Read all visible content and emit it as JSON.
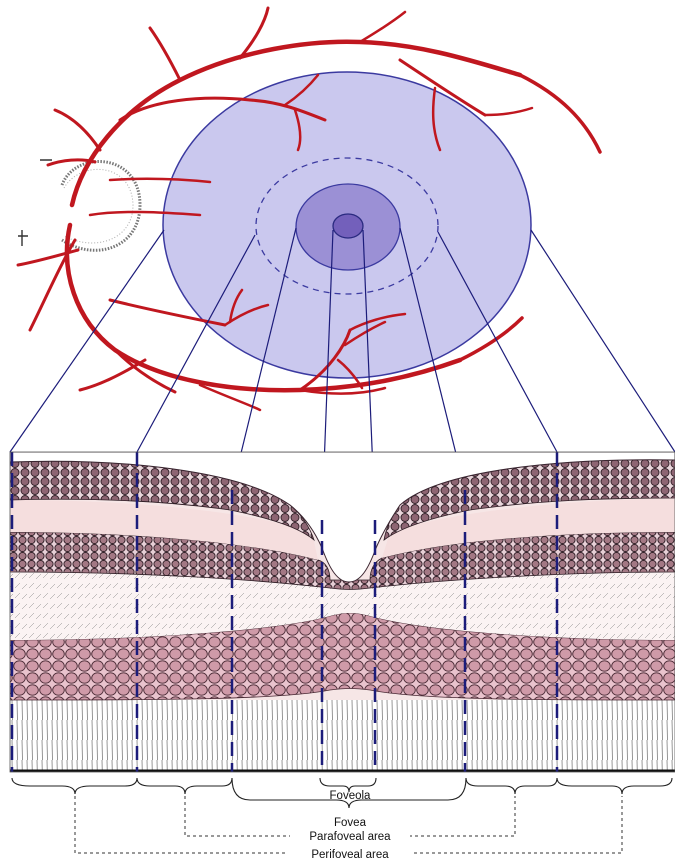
{
  "labels": {
    "foveola": "Foveola",
    "fovea": "Fovea",
    "parafoveal": "Parafoveal area",
    "perifoveal": "Perifoveal area"
  },
  "colors": {
    "vessel": "#c0171f",
    "macula_fill": "#c9c6ec",
    "macula_stroke": "#3b3aa0",
    "fovea_fill": "#9a8fd3",
    "foveola_fill": "#6f5cb8",
    "projection_line": "#1c1c7a",
    "retina_pink": "#f3dede",
    "nuclear_cell": "#b98a95",
    "outer_nuclear_cell": "#c68c9c",
    "cell_outline": "#3a2530"
  }
}
